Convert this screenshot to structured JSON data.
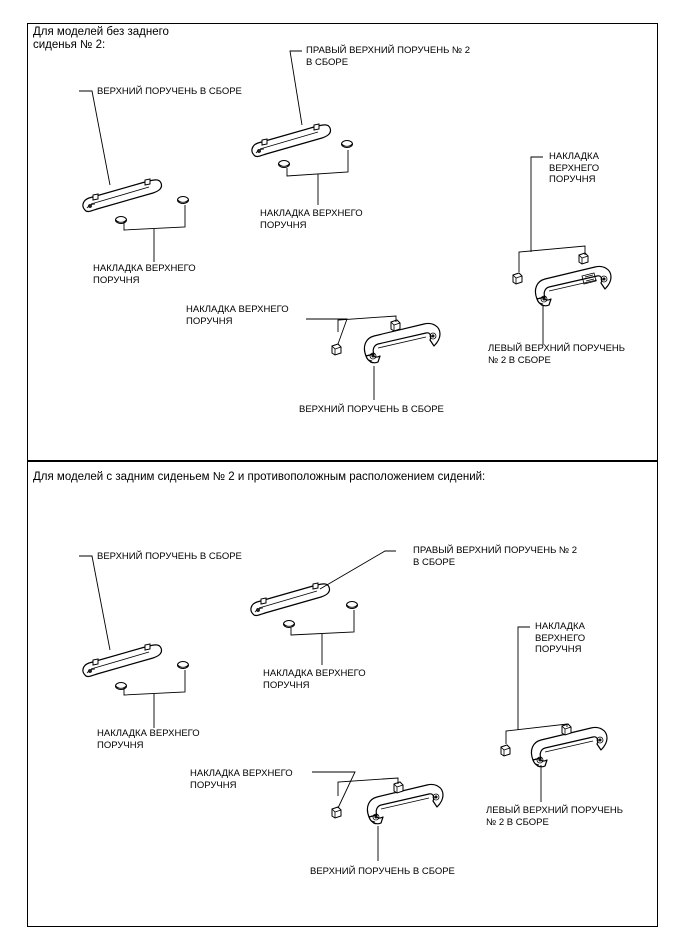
{
  "sections": {
    "top": {
      "heading": "Для моделей без заднего\nсиденья № 2:",
      "labels": {
        "upper_grip_assembly": "ВЕРХНИЙ ПОРУЧЕНЬ В СБОРЕ",
        "right_grip_no2_assembly": "ПРАВЫЙ ВЕРХНИЙ ПОРУЧЕНЬ № 2\nВ СБОРЕ",
        "grip_cover_center": "НАКЛАДКА ВЕРХНЕГО\nПОРУЧНЯ",
        "grip_cover_right": "НАКЛАДКА\nВЕРХНЕГО\nПОРУЧНЯ",
        "grip_cover_left": "НАКЛАДКА ВЕРХНЕГО\nПОРУЧНЯ",
        "grip_cover_middle": "НАКЛАДКА ВЕРХНЕГО\nПОРУЧНЯ",
        "left_grip_no2_assembly": "ЛЕВЫЙ ВЕРХНИЙ ПОРУЧЕНЬ\n№ 2 В СБОРЕ",
        "upper_grip_assembly_bottom": "ВЕРХНИЙ ПОРУЧЕНЬ В СБОРЕ"
      }
    },
    "bottom": {
      "heading": "Для моделей с задним сиденьем № 2 и противоположным расположением сидений:",
      "labels": {
        "upper_grip_assembly": "ВЕРХНИЙ ПОРУЧЕНЬ В СБОРЕ",
        "right_grip_no2_assembly": "ПРАВЫЙ ВЕРХНИЙ ПОРУЧЕНЬ № 2\nВ СБОРЕ",
        "grip_cover_right": "НАКЛАДКА\nВЕРХНЕГО\nПОРУЧНЯ",
        "grip_cover_center": "НАКЛАДКА ВЕРХНЕГО\nПОРУЧНЯ",
        "grip_cover_left": "НАКЛАДКА ВЕРХНЕГО\nПОРУЧНЯ",
        "grip_cover_middle": "НАКЛАДКА ВЕРХНЕГО\nПОРУЧНЯ",
        "left_grip_no2_assembly": "ЛЕВЫЙ ВЕРХНИЙ ПОРУЧЕНЬ\n№ 2 В СБОРЕ",
        "upper_grip_assembly_bottom": "ВЕРХНИЙ ПОРУЧЕНЬ В СБОРЕ"
      }
    }
  }
}
